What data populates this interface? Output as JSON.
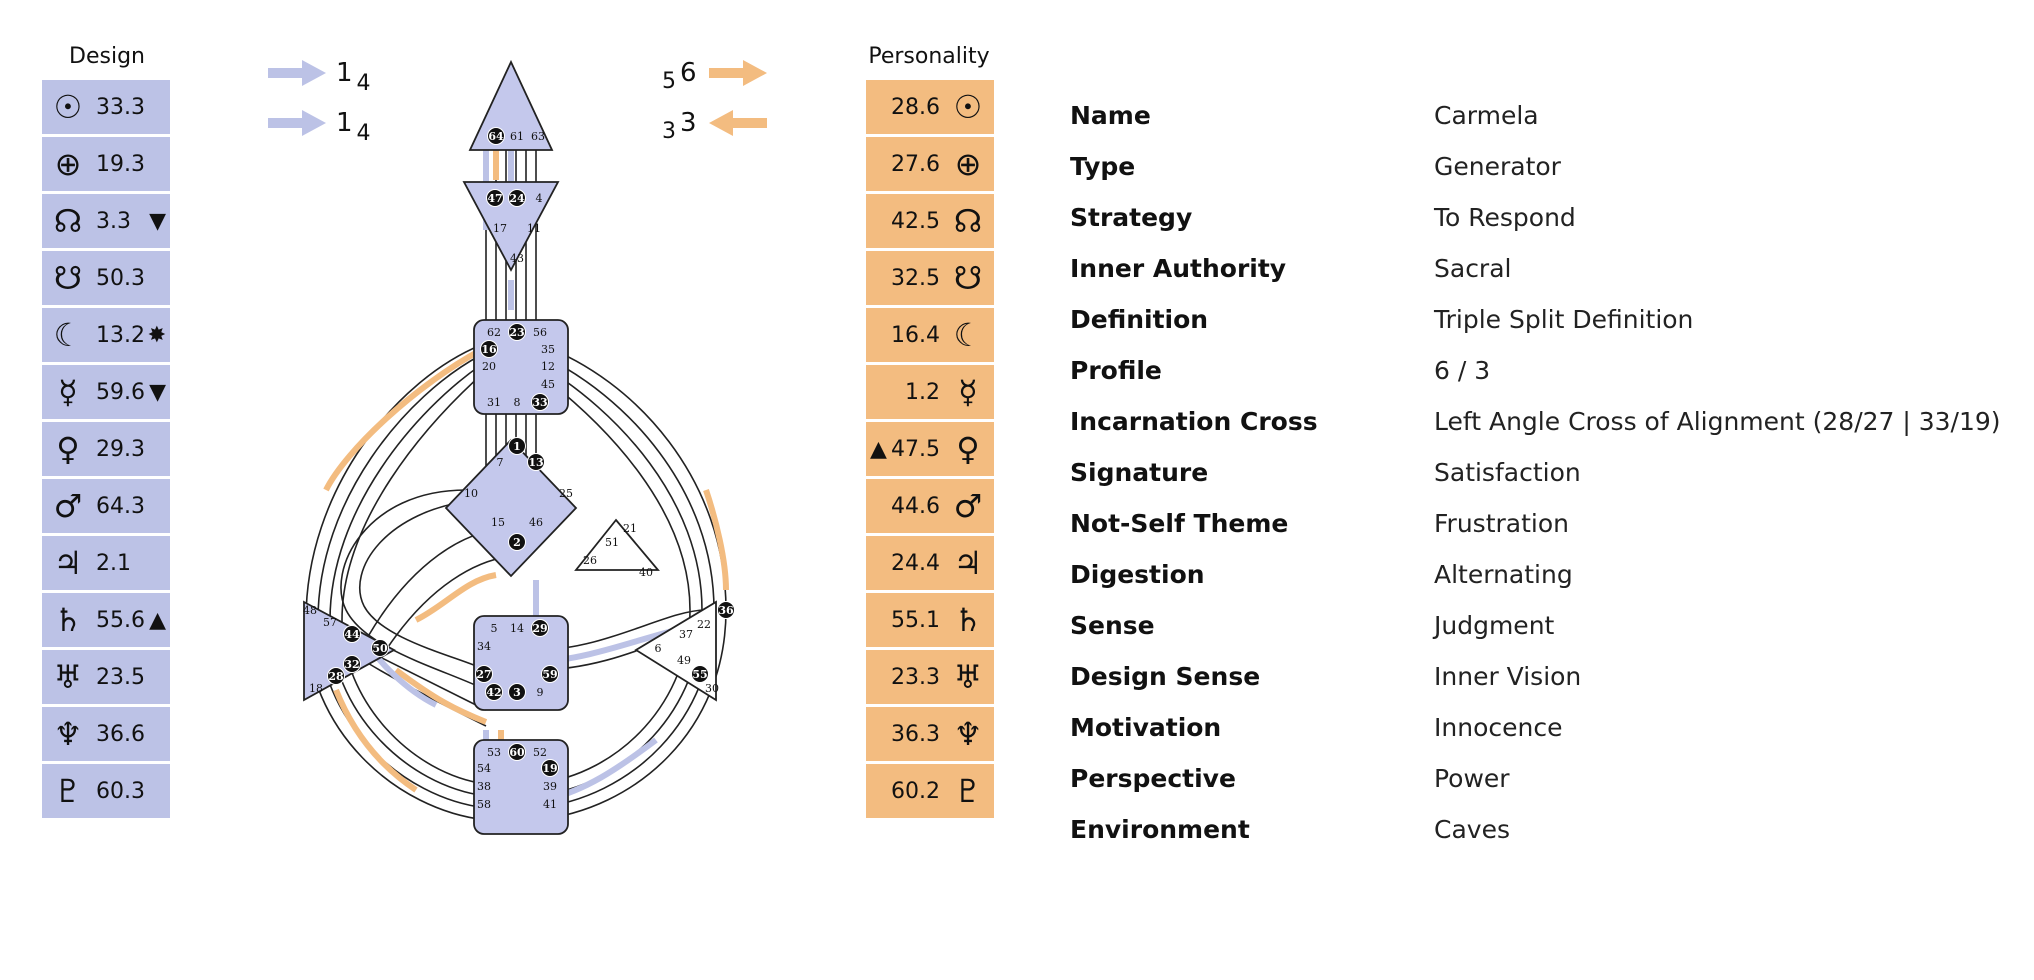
{
  "design": {
    "title": "Design",
    "color": "#bcc2e6",
    "rows": [
      {
        "planet": "Sun",
        "glyph": "☉",
        "value": "33.3",
        "mark": ""
      },
      {
        "planet": "Earth",
        "glyph": "⊕",
        "value": "19.3",
        "mark": ""
      },
      {
        "planet": "North Node",
        "glyph": "☊",
        "value": "3.3",
        "mark": "▼"
      },
      {
        "planet": "South Node",
        "glyph": "☋",
        "value": "50.3",
        "mark": ""
      },
      {
        "planet": "Moon",
        "glyph": "☾",
        "value": "13.2",
        "mark": "✸"
      },
      {
        "planet": "Mercury",
        "glyph": "☿",
        "value": "59.6",
        "mark": "▼"
      },
      {
        "planet": "Venus",
        "glyph": "♀",
        "value": "29.3",
        "mark": ""
      },
      {
        "planet": "Mars",
        "glyph": "♂",
        "value": "64.3",
        "mark": ""
      },
      {
        "planet": "Jupiter",
        "glyph": "♃",
        "value": "2.1",
        "mark": ""
      },
      {
        "planet": "Saturn",
        "glyph": "♄",
        "value": "55.6",
        "mark": "▲"
      },
      {
        "planet": "Uranus",
        "glyph": "♅",
        "value": "23.5",
        "mark": ""
      },
      {
        "planet": "Neptune",
        "glyph": "♆",
        "value": "36.6",
        "mark": ""
      },
      {
        "planet": "Pluto",
        "glyph": "♇",
        "value": "60.3",
        "mark": ""
      }
    ]
  },
  "personality": {
    "title": "Personality",
    "color": "#f3bc80",
    "rows": [
      {
        "planet": "Sun",
        "glyph": "☉",
        "value": "28.6",
        "mark": ""
      },
      {
        "planet": "Earth",
        "glyph": "⊕",
        "value": "27.6",
        "mark": ""
      },
      {
        "planet": "North Node",
        "glyph": "☊",
        "value": "42.5",
        "mark": ""
      },
      {
        "planet": "South Node",
        "glyph": "☋",
        "value": "32.5",
        "mark": ""
      },
      {
        "planet": "Moon",
        "glyph": "☾",
        "value": "16.4",
        "mark": ""
      },
      {
        "planet": "Mercury",
        "glyph": "☿",
        "value": "1.2",
        "mark": ""
      },
      {
        "planet": "Venus",
        "glyph": "♀",
        "value": "47.5",
        "mark": "▲"
      },
      {
        "planet": "Mars",
        "glyph": "♂",
        "value": "44.6",
        "mark": ""
      },
      {
        "planet": "Jupiter",
        "glyph": "♃",
        "value": "24.4",
        "mark": ""
      },
      {
        "planet": "Saturn",
        "glyph": "♄",
        "value": "55.1",
        "mark": ""
      },
      {
        "planet": "Uranus",
        "glyph": "♅",
        "value": "23.3",
        "mark": ""
      },
      {
        "planet": "Neptune",
        "glyph": "♆",
        "value": "36.3",
        "mark": ""
      },
      {
        "planet": "Pluto",
        "glyph": "♇",
        "value": "60.2",
        "mark": ""
      }
    ]
  },
  "arrows": {
    "design_top": {
      "a": "1",
      "b": "4"
    },
    "design_bottom": {
      "a": "1",
      "b": "4"
    },
    "personality_top": {
      "a": "5",
      "b": "6"
    },
    "personality_bottom": {
      "a": "3",
      "b": "3"
    }
  },
  "properties": [
    {
      "key": "Name",
      "value": "Carmela"
    },
    {
      "key": "Type",
      "value": "Generator"
    },
    {
      "key": "Strategy",
      "value": "To Respond"
    },
    {
      "key": "Inner Authority",
      "value": "Sacral"
    },
    {
      "key": "Definition",
      "value": "Triple Split Definition"
    },
    {
      "key": "Profile",
      "value": "6 / 3"
    },
    {
      "key": "Incarnation Cross",
      "value": "Left Angle Cross of Alignment (28/27 | 33/19)"
    },
    {
      "key": "Signature",
      "value": "Satisfaction"
    },
    {
      "key": "Not-Self Theme",
      "value": "Frustration"
    },
    {
      "key": "Digestion",
      "value": "Alternating"
    },
    {
      "key": "Sense",
      "value": "Judgment"
    },
    {
      "key": "Design Sense",
      "value": "Inner Vision"
    },
    {
      "key": "Motivation",
      "value": "Innocence"
    },
    {
      "key": "Perspective",
      "value": "Power"
    },
    {
      "key": "Environment",
      "value": "Caves"
    }
  ],
  "bodygraph": {
    "defined_fill": "#c4c8ec",
    "open_fill": "#ffffff",
    "design_color": "#bcc2e6",
    "personality_color": "#f3bc80",
    "active_gates": [
      "64",
      "24",
      "47",
      "23",
      "16",
      "33",
      "1",
      "13",
      "2",
      "36",
      "44",
      "50",
      "28",
      "32",
      "29",
      "27",
      "59",
      "42",
      "3",
      "60",
      "19",
      "55"
    ],
    "gate_labels": [
      "64",
      "61",
      "63",
      "47",
      "24",
      "4",
      "17",
      "11",
      "43",
      "62",
      "23",
      "56",
      "16",
      "35",
      "20",
      "12",
      "45",
      "31",
      "8",
      "33",
      "1",
      "13",
      "7",
      "25",
      "10",
      "15",
      "46",
      "2",
      "21",
      "51",
      "26",
      "40",
      "48",
      "57",
      "44",
      "50",
      "32",
      "28",
      "18",
      "5",
      "14",
      "29",
      "34",
      "27",
      "59",
      "42",
      "3",
      "9",
      "53",
      "60",
      "52",
      "54",
      "19",
      "38",
      "39",
      "58",
      "41",
      "36",
      "22",
      "37",
      "6",
      "49",
      "55",
      "30"
    ]
  }
}
